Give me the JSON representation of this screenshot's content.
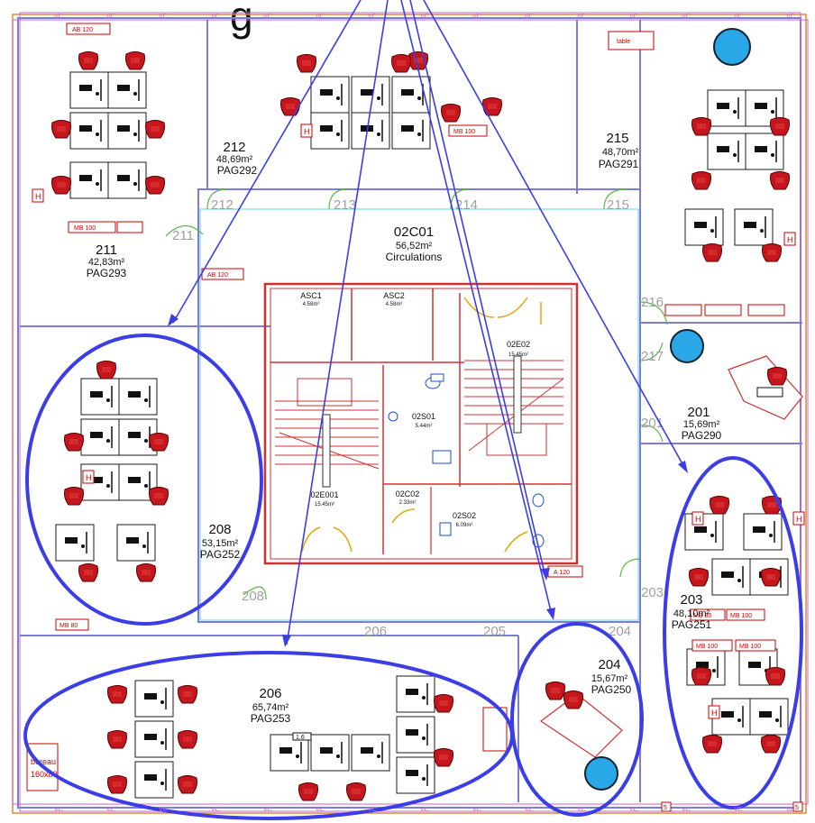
{
  "header_fragment": "g",
  "colors": {
    "wall": "#7d7dd9",
    "inner_wall": "#d03030",
    "highlight": "#3b3ee6",
    "chair": "#c4161c",
    "table_round": "#2aa7e6",
    "desk": "#1b1b1b",
    "cyan_line": "#5fd0e8",
    "door": "#e0a800",
    "window_band": "#d060d0"
  },
  "rooms": [
    {
      "id": "211",
      "number": "211",
      "area": "42,83m²",
      "pag": "PAG293"
    },
    {
      "id": "212",
      "number": "212",
      "area": "48,69m²",
      "pag": "PAG292"
    },
    {
      "id": "215",
      "number": "215",
      "area": "48,70m²",
      "pag": "PAG291"
    },
    {
      "id": "201",
      "number": "201",
      "area": "15,69m²",
      "pag": "PAG290"
    },
    {
      "id": "208",
      "number": "208",
      "area": "53,15m²",
      "pag": "PAG252"
    },
    {
      "id": "203",
      "number": "203",
      "area": "48,10m²",
      "pag": "PAG251"
    },
    {
      "id": "204",
      "number": "204",
      "area": "15,67m²",
      "pag": "PAG250"
    },
    {
      "id": "206",
      "number": "206",
      "area": "65,74m²",
      "pag": "PAG253"
    }
  ],
  "circulation": {
    "code": "02C01",
    "area": "56,52m²",
    "name": "Circulations"
  },
  "core": {
    "asc1": {
      "code": "ASC1",
      "area": "4.58m²"
    },
    "asc2": {
      "code": "ASC2",
      "area": "4.58m²"
    },
    "stair_e02": {
      "code": "02E02",
      "area": "15.45m²"
    },
    "stair_e01": {
      "code": "02E001",
      "area": "15.45m²"
    },
    "wc_s01": {
      "code": "02S01",
      "area": "5.44m²"
    },
    "wc_c02": {
      "code": "02C02",
      "area": "2.33m²"
    },
    "wc_s02": {
      "code": "02S02",
      "area": "6.09m²"
    }
  },
  "door_labels": [
    "211",
    "212",
    "213",
    "214",
    "215",
    "216",
    "217",
    "201",
    "208",
    "206",
    "205",
    "204",
    "203"
  ],
  "tags": {
    "ab120": "AB 120",
    "a120": "A 120",
    "mb100": "MB 100",
    "mb80": "MB 80",
    "table": "table",
    "bureau": "bureau",
    "bureau_size": "160x80",
    "vc": "VC",
    "h": "H",
    "dim16": "1.6",
    "s": "5"
  }
}
